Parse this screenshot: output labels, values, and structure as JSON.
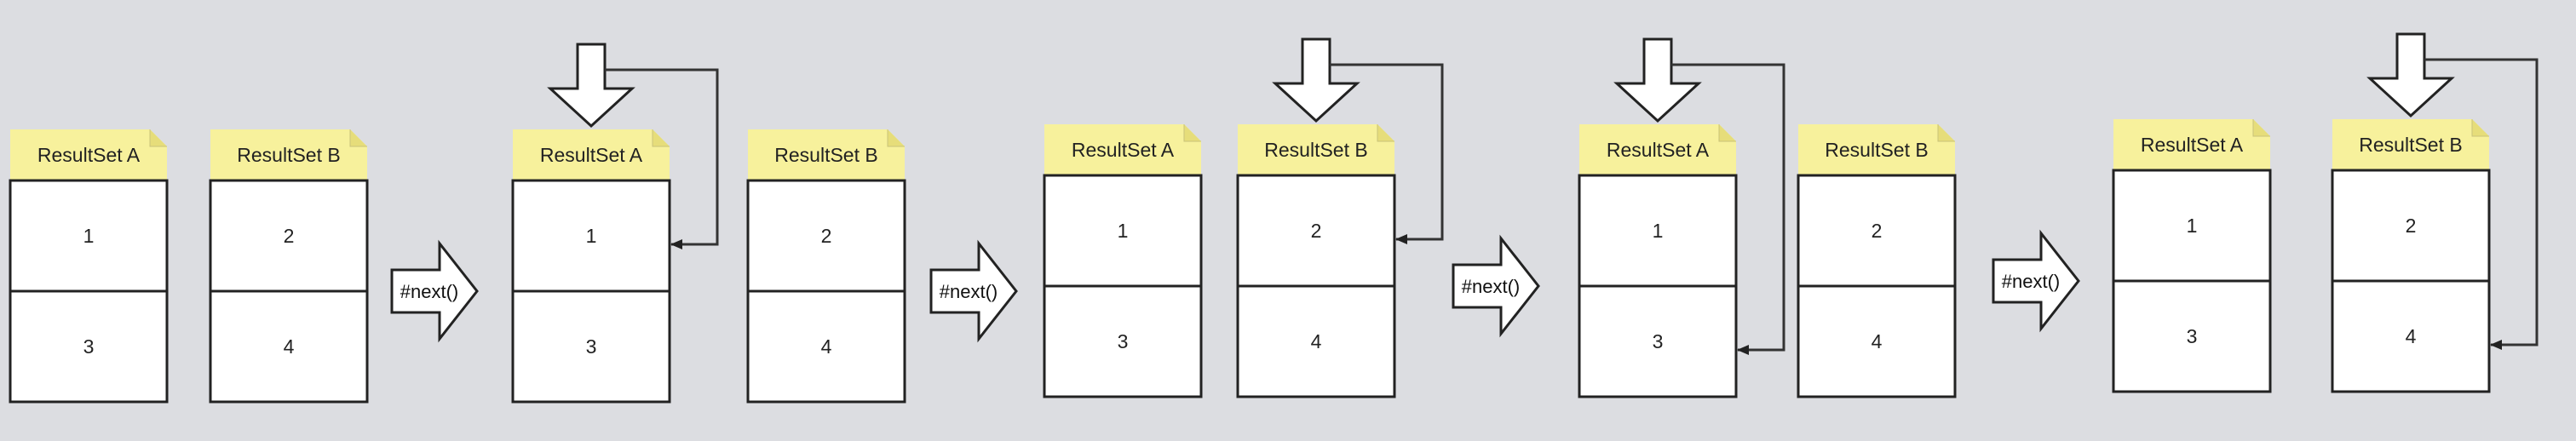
{
  "colors": {
    "background": "#dcdde1",
    "tab_fill": "#f7f19c",
    "box_fill": "#ffffff",
    "stroke": "#222222"
  },
  "transition_label": "#next()",
  "stages": [
    {
      "pointer": null,
      "sets": [
        {
          "title": "ResultSet A",
          "rows": [
            "1",
            "3"
          ]
        },
        {
          "title": "ResultSet B",
          "rows": [
            "2",
            "4"
          ]
        }
      ]
    },
    {
      "pointer": {
        "set": 0,
        "row": 0
      },
      "sets": [
        {
          "title": "ResultSet A",
          "rows": [
            "1",
            "3"
          ]
        },
        {
          "title": "ResultSet B",
          "rows": [
            "2",
            "4"
          ]
        }
      ]
    },
    {
      "pointer": {
        "set": 1,
        "row": 0
      },
      "sets": [
        {
          "title": "ResultSet A",
          "rows": [
            "1",
            "3"
          ]
        },
        {
          "title": "ResultSet B",
          "rows": [
            "2",
            "4"
          ]
        }
      ]
    },
    {
      "pointer": {
        "set": 0,
        "row": 1
      },
      "sets": [
        {
          "title": "ResultSet A",
          "rows": [
            "1",
            "3"
          ]
        },
        {
          "title": "ResultSet B",
          "rows": [
            "2",
            "4"
          ]
        }
      ]
    },
    {
      "pointer": {
        "set": 1,
        "row": 1
      },
      "sets": [
        {
          "title": "ResultSet A",
          "rows": [
            "1",
            "3"
          ]
        },
        {
          "title": "ResultSet B",
          "rows": [
            "2",
            "4"
          ]
        }
      ]
    }
  ]
}
